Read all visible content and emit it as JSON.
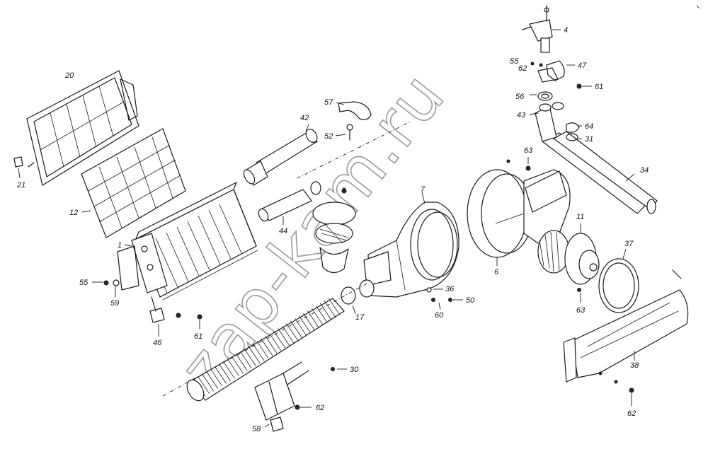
{
  "watermark": "zap-kam.ru",
  "callouts": [
    {
      "id": "c20",
      "text": "20"
    },
    {
      "id": "c21",
      "text": "21"
    },
    {
      "id": "c12",
      "text": "12"
    },
    {
      "id": "c1",
      "text": "1"
    },
    {
      "id": "c55a",
      "text": "55"
    },
    {
      "id": "c59",
      "text": "59"
    },
    {
      "id": "c46",
      "text": "46"
    },
    {
      "id": "c61a",
      "text": "61"
    },
    {
      "id": "c42",
      "text": "42"
    },
    {
      "id": "c52",
      "text": "52"
    },
    {
      "id": "c57",
      "text": "57"
    },
    {
      "id": "c44",
      "text": "44"
    },
    {
      "id": "c7",
      "text": "7"
    },
    {
      "id": "c17",
      "text": "17"
    },
    {
      "id": "c30",
      "text": "30"
    },
    {
      "id": "c62a",
      "text": "62"
    },
    {
      "id": "c58",
      "text": "58"
    },
    {
      "id": "c36",
      "text": "36"
    },
    {
      "id": "c50",
      "text": "50"
    },
    {
      "id": "c60",
      "text": "60"
    },
    {
      "id": "c6",
      "text": "6"
    },
    {
      "id": "c63a",
      "text": "63"
    },
    {
      "id": "c4",
      "text": "4"
    },
    {
      "id": "c55b",
      "text": "55"
    },
    {
      "id": "c62b",
      "text": "62"
    },
    {
      "id": "c47",
      "text": "47"
    },
    {
      "id": "c56",
      "text": "56"
    },
    {
      "id": "c61b",
      "text": "61"
    },
    {
      "id": "c43",
      "text": "43"
    },
    {
      "id": "c64",
      "text": "64"
    },
    {
      "id": "c31",
      "text": "31"
    },
    {
      "id": "c34",
      "text": "34"
    },
    {
      "id": "c11",
      "text": "11"
    },
    {
      "id": "c37",
      "text": "37"
    },
    {
      "id": "c63b",
      "text": "63"
    },
    {
      "id": "c38",
      "text": "38"
    },
    {
      "id": "c62c",
      "text": "62"
    }
  ]
}
